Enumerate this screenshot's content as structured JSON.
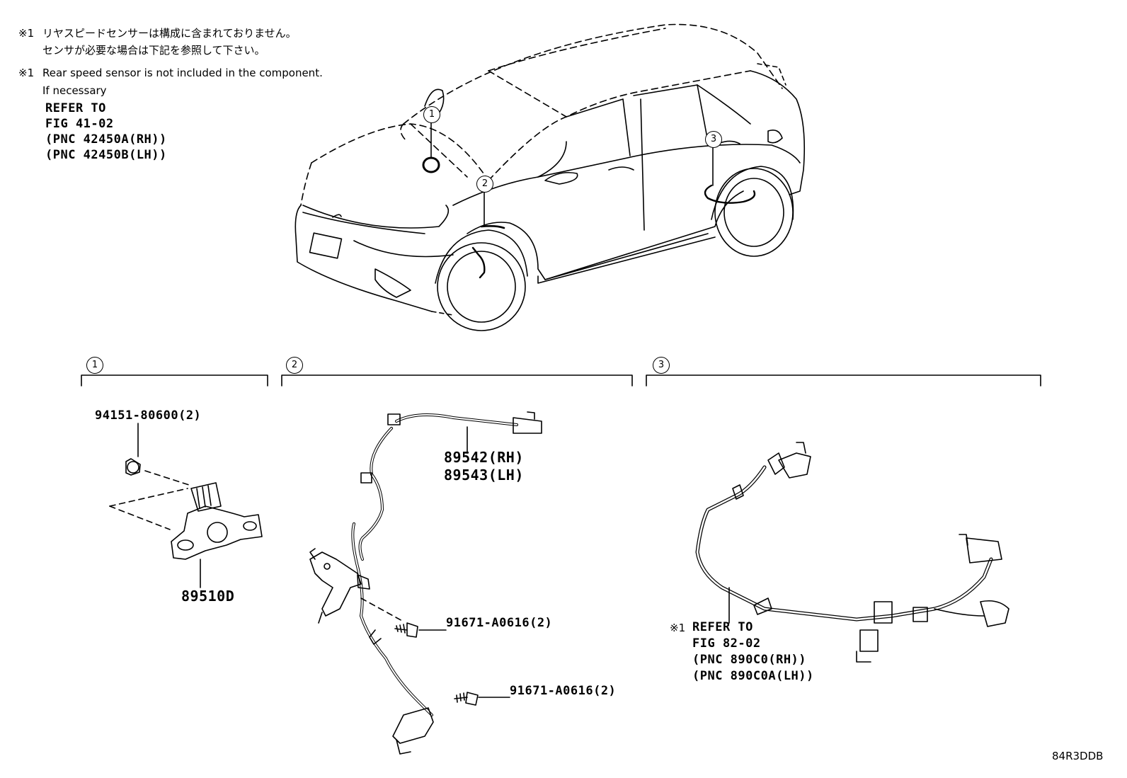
{
  "notes": {
    "jp_mark": "※1",
    "jp_line1": "リヤスピードセンサーは構成に含まれておりません。",
    "jp_line2": "センサが必要な場合は下記を参照して下さい。",
    "en_mark": "※1",
    "en_line1": "Rear speed sensor is not included in the component.",
    "en_line2": "If necessary",
    "refer1": "REFER TO",
    "refer2": "FIG 41-02",
    "refer3": "(PNC 42450A(RH))",
    "refer4": "(PNC 42450B(LH))"
  },
  "callouts": {
    "c1": "1",
    "c2": "2",
    "c3": "3"
  },
  "section1": {
    "number": "1",
    "bolt_part": "94151-80600(2)",
    "sensor_part": "89510D"
  },
  "section2": {
    "number": "2",
    "sensor_rh": "89542(RH)",
    "sensor_lh": "89543(LH)",
    "bolt1": "91671-A0616(2)",
    "bolt2": "91671-A0616(2)"
  },
  "section3": {
    "number": "3",
    "mark": "※1",
    "refer1": "REFER TO",
    "refer2": "FIG 82-02",
    "refer3": "(PNC 890C0(RH))",
    "refer4": "(PNC 890C0A(LH))"
  },
  "diagram_code": "84R3DDB"
}
